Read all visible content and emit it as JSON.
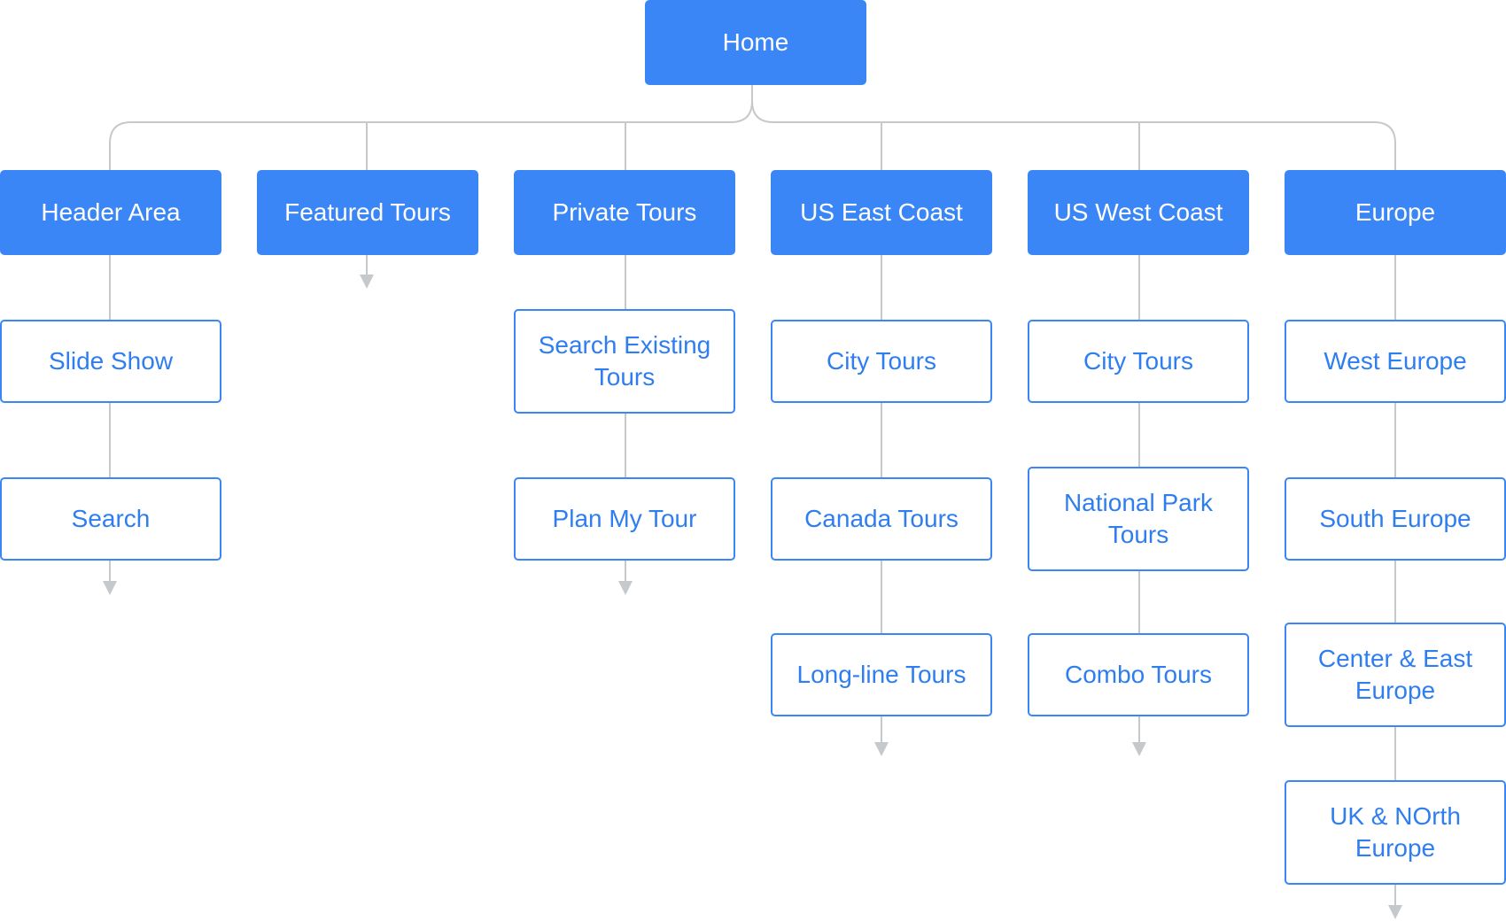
{
  "sitemap": {
    "root": "Home",
    "sections": [
      {
        "label": "Header Area",
        "children": [
          "Slide Show",
          "Search"
        ]
      },
      {
        "label": "Featured Tours",
        "children": []
      },
      {
        "label": "Private Tours",
        "children": [
          "Search Existing\nTours",
          "Plan My Tour"
        ]
      },
      {
        "label": "US East Coast",
        "children": [
          "City Tours",
          "Canada Tours",
          "Long-line Tours"
        ]
      },
      {
        "label": "US West Coast",
        "children": [
          "City Tours",
          "National Park\nTours",
          "Combo Tours"
        ]
      },
      {
        "label": "Europe",
        "children": [
          "West Europe",
          "South Europe",
          "Center & East\nEurope",
          "UK & NOrth\nEurope"
        ]
      }
    ]
  },
  "colors": {
    "primary_fill": "#3a86f6",
    "primary_text": "#ffffff",
    "secondary_border": "#3a86f6",
    "secondary_text": "#2f7ef0",
    "connector": "#c6c9cc"
  }
}
